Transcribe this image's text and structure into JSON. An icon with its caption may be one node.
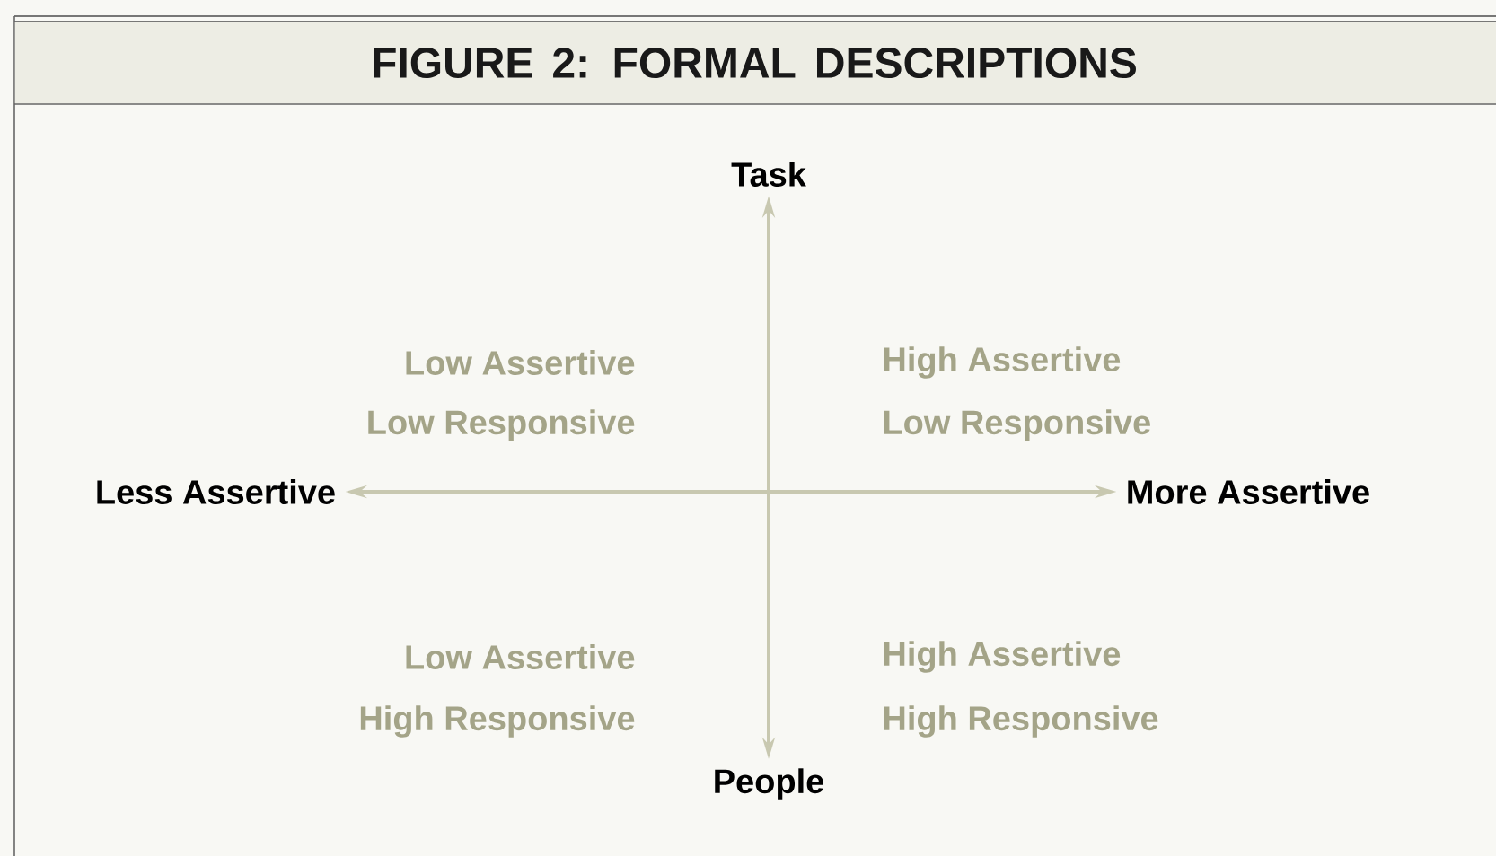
{
  "diagram": {
    "title": "FIGURE 2: FORMAL DESCRIPTIONS",
    "nodes": [
      {
        "text": [
          "Task"
        ]
      },
      {
        "text": [
          "Less Assertive"
        ]
      },
      {
        "text": [
          "More Assertive"
        ]
      },
      {
        "text": [
          "People"
        ]
      }
    ],
    "edges": [
      {
        "from": 0,
        "to": 3,
        "arrow": "both"
      },
      {
        "from": 1,
        "to": 2,
        "arrow": "both"
      }
    ],
    "labels": [
      "Low Assertive",
      "Low Responsive",
      "High Assertive",
      "Low Responsive",
      "Low Assertive",
      "High Responsive",
      "High Assertive",
      "High Responsive"
    ]
  }
}
